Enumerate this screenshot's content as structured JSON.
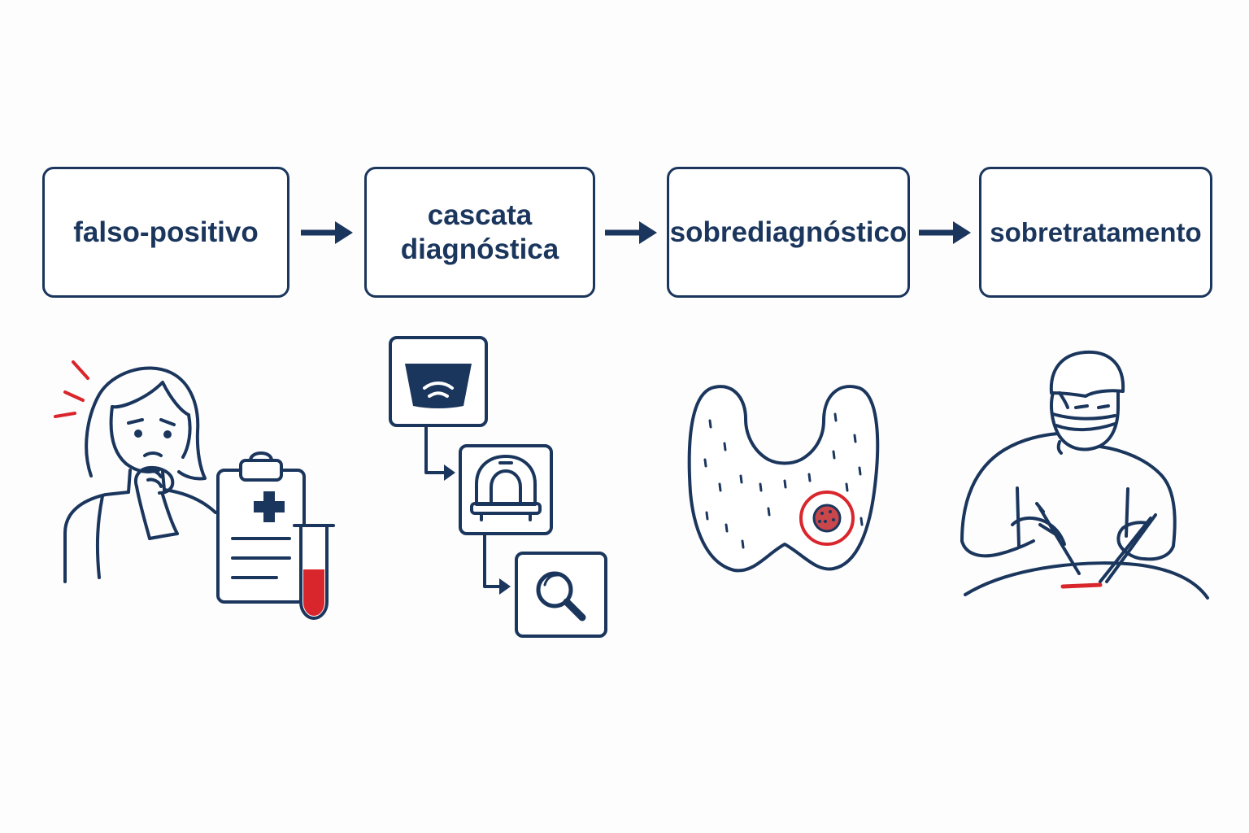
{
  "steps": [
    {
      "label": "falso-positivo"
    },
    {
      "label_line1": "cascata",
      "label_line2": "diagnóstica"
    },
    {
      "label": "sobrediagnóstico"
    },
    {
      "label": "sobretratamento"
    }
  ],
  "colors": {
    "navy": "#1b365d",
    "red": "#d9262c",
    "background": "#fdfdfd"
  },
  "icons": [
    "anxious-woman-icon",
    "clipboard-medical-cross-icon",
    "blood-test-tube-icon",
    "ultrasound-icon",
    "ct-scanner-icon",
    "magnifier-icon",
    "thyroid-nodule-icon",
    "surgeon-icon"
  ]
}
